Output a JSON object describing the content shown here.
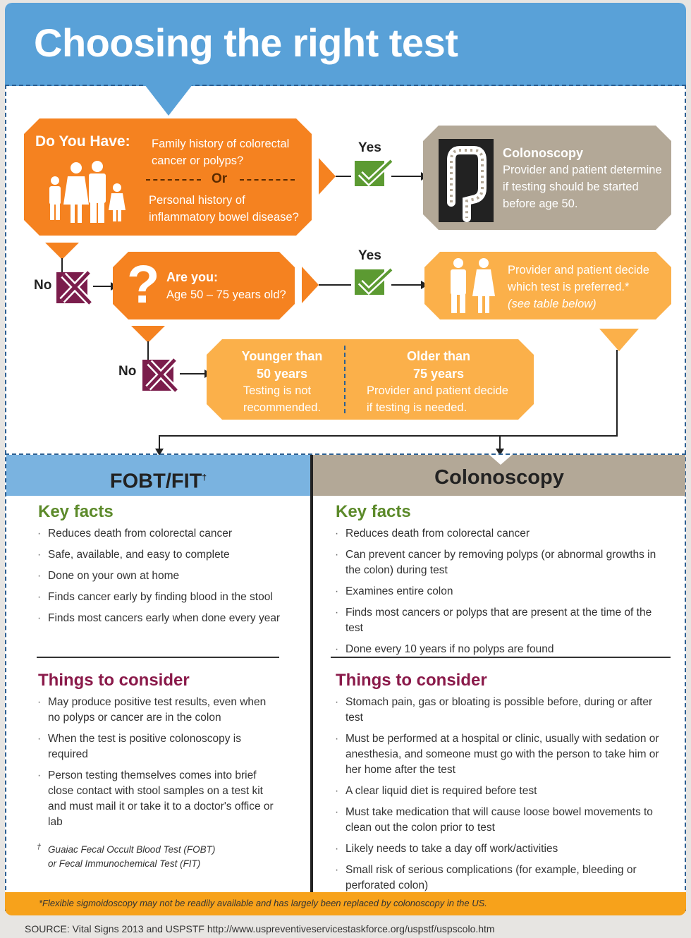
{
  "title": "Choosing the right test",
  "box1": {
    "heading": "Do You Have:",
    "line1": "Family history of colorectal",
    "line2": "cancer or polyps?",
    "or": "Or",
    "line3": "Personal history of",
    "line4": "inflammatory bowel disease?"
  },
  "yes1": "Yes",
  "colonoscopy_box": {
    "heading": "Colonoscopy",
    "line1": "Provider and patient determine",
    "line2": "if testing should be started",
    "line3": "before age 50."
  },
  "no1": "No",
  "box2": {
    "heading": "Are you:",
    "line1": "Age 50 – 75 years old?"
  },
  "yes2": "Yes",
  "provider_box": {
    "line1": "Provider and patient decide",
    "line2": "which test is preferred.*",
    "line3": "(see table below)"
  },
  "no2": "No",
  "box3": {
    "left_head1": "Younger than",
    "left_head2": "50 years",
    "left_line1": "Testing is not",
    "left_line2": "recommended.",
    "right_head1": "Older than",
    "right_head2": "75 years",
    "right_line1": "Provider and patient decide",
    "right_line2": "if testing is needed."
  },
  "fobt": {
    "title": "FOBT/FIT",
    "dagger": "†",
    "key_facts_title": "Key facts",
    "key_facts": [
      "Reduces death from colorectal cancer",
      "Safe, available, and easy to complete",
      "Done on your own at home",
      "Finds cancer early by finding blood in the stool",
      "Finds most cancers early when done every year"
    ],
    "consider_title": "Things to consider",
    "consider": [
      "May produce positive test results, even when no polyps or cancer are in the colon",
      "When the test is positive colonoscopy is required",
      "Person testing themselves comes into brief close contact with stool samples on a test kit and must mail it or take it to a doctor's office or lab"
    ],
    "footnote_mark": "†",
    "footnote_line1": "Guaiac Fecal Occult Blood Test (FOBT)",
    "footnote_line2": "or Fecal Immunochemical Test (FIT)"
  },
  "colon": {
    "title": "Colonoscopy",
    "key_facts_title": "Key facts",
    "key_facts": [
      "Reduces death from colorectal cancer",
      "Can prevent cancer by removing polyps (or abnormal growths in the colon) during test",
      "Examines entire colon",
      "Finds most cancers or polyps that are present at the time of the test",
      "Done every 10 years if no polyps are found"
    ],
    "consider_title": "Things to consider",
    "consider": [
      "Stomach pain, gas or bloating is possible before, during or after test",
      "Must be performed at a hospital or clinic, usually with sedation or anesthesia, and someone must go with the person to take him or her home after the test",
      "A clear liquid diet is required before test",
      "Must take medication that will cause loose bowel movements to clean out the colon prior to test",
      "Likely needs to take a day off work/activities",
      "Small risk of serious complications (for example, bleeding or perforated colon)"
    ]
  },
  "footer_note": "*Flexible sigmoidoscopy may not be readily available and has largely been replaced by colonoscopy in the US.",
  "source": "SOURCE: Vital Signs 2013 and USPSTF http://www.uspreventiveservicestaskforce.org/uspstf/uspscolo.htm"
}
